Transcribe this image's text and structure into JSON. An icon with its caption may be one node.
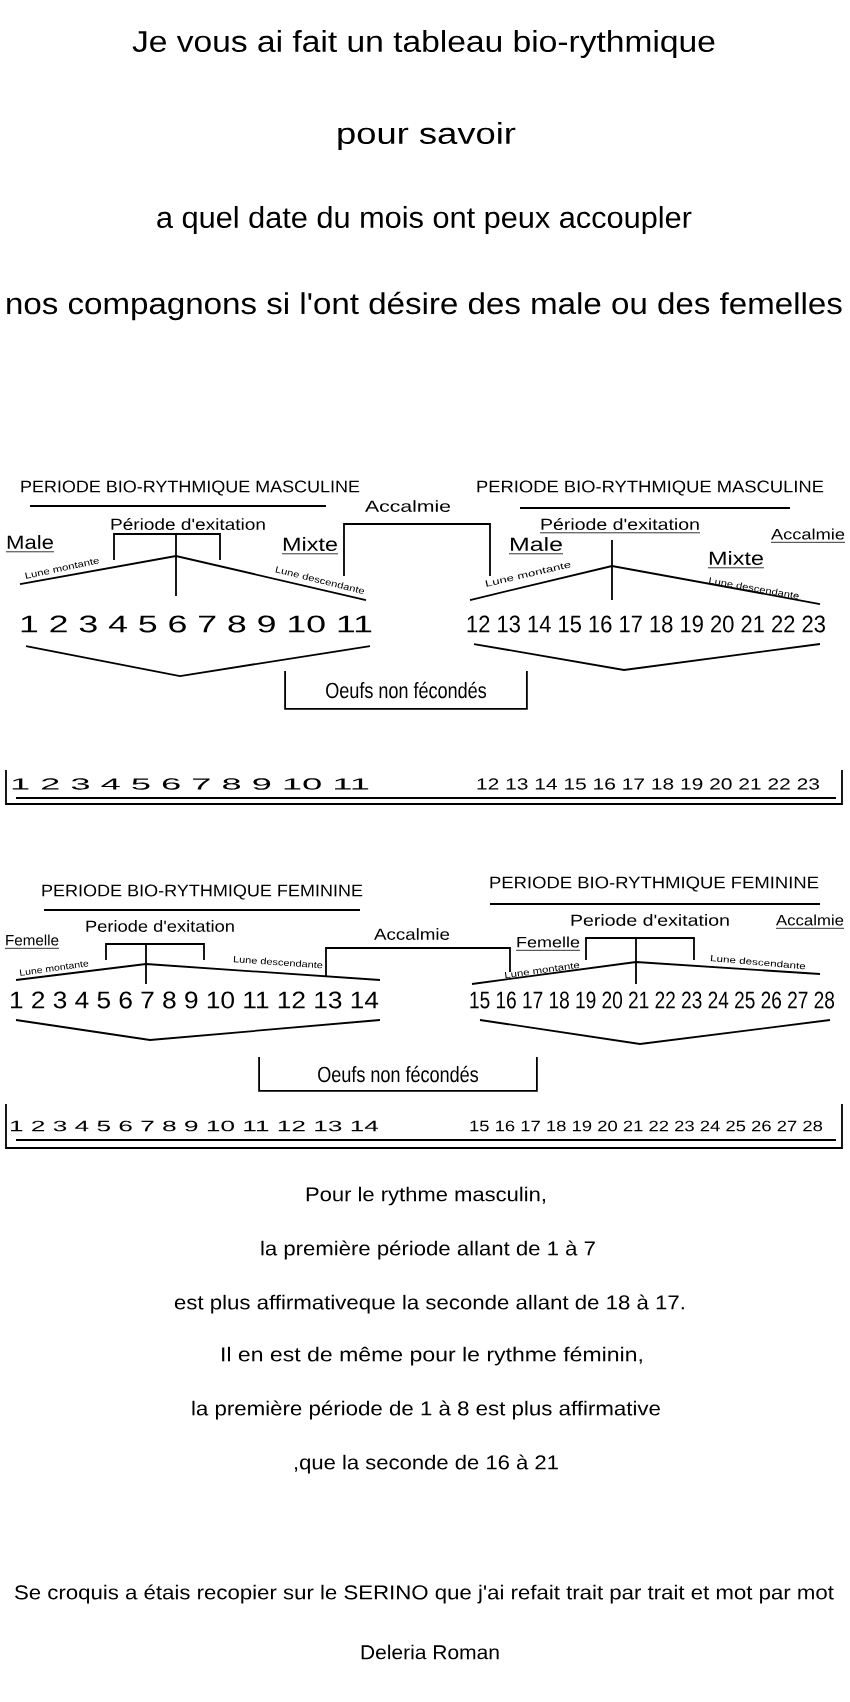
{
  "diagram": {
    "title": "Je vous ai fait un tableau bio-rythmique",
    "nodes": [
      {
        "text": [
          "Oeufs non fécondés"
        ]
      },
      {
        "text": [
          "Oeufs non fécondés"
        ]
      }
    ],
    "labels": [
      "pour savoir",
      "a quel date du mois ont peux accoupler",
      "nos compagnons si l'ont désire des male ou des femelles",
      "PERIODE BIO-RYTHMIQUE MASCULINE",
      "PERIODE BIO-RYTHMIQUE MASCULINE",
      "Accalmie",
      "Male",
      "Période d'exitation",
      "Mixte",
      "Période d'exitation",
      "Accalmie",
      "Male",
      "Mixte",
      "Lune montante",
      "Lune descendante",
      "Lune montante",
      "Lune descendante",
      "1 2 3 4 5 6 7 8 9 10 11",
      "12 13 14 15 16 17 18 19 20 21 22 23",
      "1 2 3 4 5 6 7 8 9 10 11",
      "12 13 14 15 16 17 18 19 20 21 22 23",
      "PERIODE BIO-RYTHMIQUE FEMININE",
      "PERIODE BIO-RYTHMIQUE FEMININE",
      "Periode d'exitation",
      "Femelle",
      "Accalmie",
      "Periode d'exitation",
      "Femelle",
      "Accalmie",
      "Lune montante",
      "Lune descendante",
      "Lune montante",
      "Lune descendante",
      "1 2 3 4 5 6 7 8 9 10 11 12 13 14",
      "15 16 17 18 19 20 21 22 23 24 25 26 27 28",
      "1 2 3 4 5 6 7 8 9 10 11 12 13 14",
      "15 16 17 18 19 20 21 22 23 24 25 26 27 28",
      "Pour le rythme masculin,",
      "la première période allant de 1 à 7",
      "est plus affirmativeque la seconde allant de 18 à 17.",
      "Il en est de même pour le rythme féminin,",
      "la première période de 1 à 8 est plus affirmative",
      ",que la seconde de 16 à 21",
      "Se croquis a étais recopier sur le SERINO que j'ai refait trait par trait et mot par mot",
      "Deleria Roman"
    ]
  }
}
